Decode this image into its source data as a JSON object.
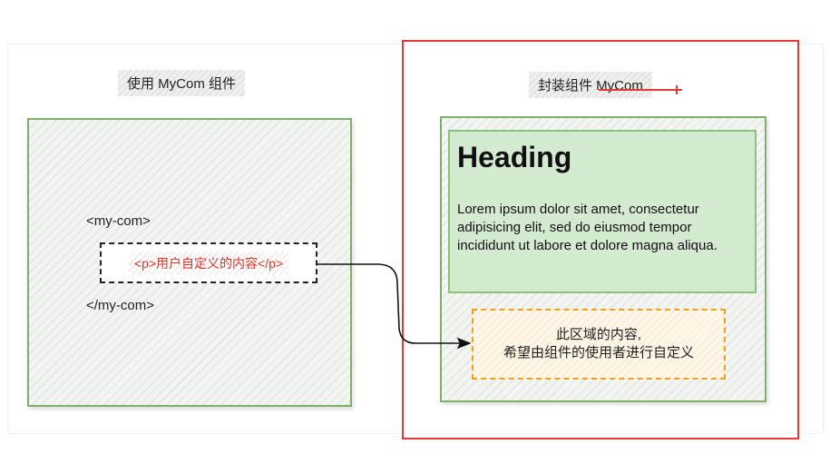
{
  "left": {
    "caption": "使用 MyCom 组件",
    "open_tag": "<my-com>",
    "user_content": "<p>用户自定义的内容</p>",
    "close_tag": "</my-com>"
  },
  "right": {
    "caption": "封装组件 MyCom",
    "heading": "Heading",
    "body": "Lorem ipsum dolor sit amet, consectetur adipisicing elit, sed do eiusmod tempor incididunt ut labore et dolore magna aliqua.",
    "slot_line1": "此区域的内容,",
    "slot_line2": "希望由组件的使用者进行自定义"
  },
  "colors": {
    "panel_border": "#7fb069",
    "highlight_border": "#e53935",
    "slot_border": "#f0a020",
    "user_text": "#d33a2c",
    "content_fill": "#d5ebd1"
  }
}
